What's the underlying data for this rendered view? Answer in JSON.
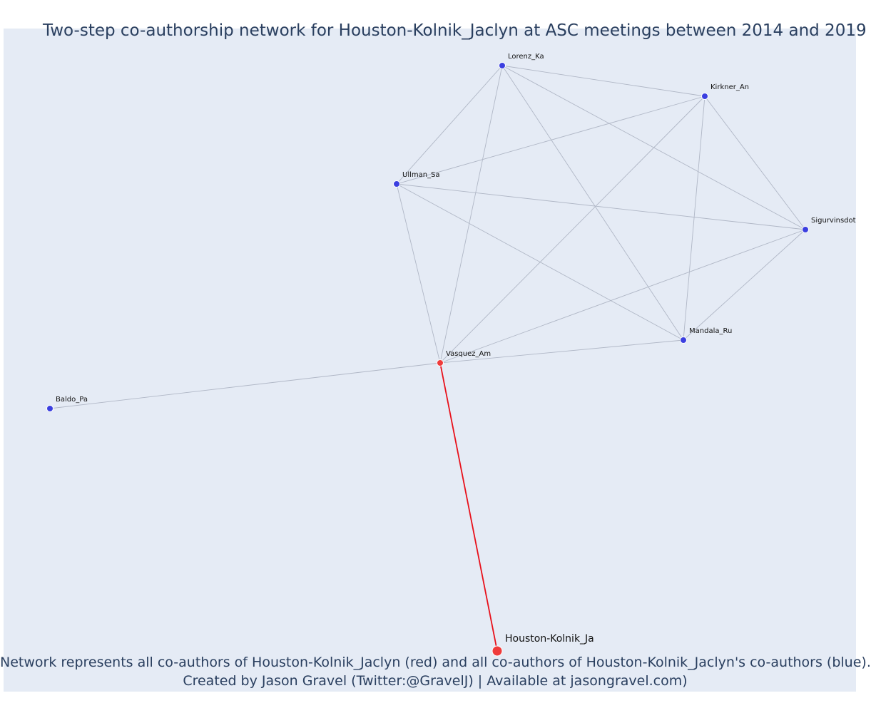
{
  "title": "Two-step co-authorship network for Houston-Kolnik_Jaclyn at ASC meetings between 2014 and 2019",
  "caption_line1": "Network represents all co-authors of Houston-Kolnik_Jaclyn (red) and all co-authors of Houston-Kolnik_Jaclyn's co-authors (blue).",
  "caption_line2": "Created by Jason Gravel (Twitter:@GravelJ) | Available at jasongravel.com)",
  "colors": {
    "background": "#e5ebf5",
    "edge": "#b0b7c6",
    "focal_edge": "#e8101a",
    "blue_node": "#3b3fe0",
    "red_node": "#ef3b3b",
    "text": "#2a3f5f"
  },
  "nodes": [
    {
      "id": "Lorenz_Ka",
      "label": "Lorenz_Ka",
      "group": "blue"
    },
    {
      "id": "Kirkner_An",
      "label": "Kirkner_An",
      "group": "blue"
    },
    {
      "id": "Ullman_Sa",
      "label": "Ullman_Sa",
      "group": "blue"
    },
    {
      "id": "Sigurvinsdot",
      "label": "Sigurvinsdot",
      "group": "blue"
    },
    {
      "id": "Mandala_Ru",
      "label": "Mandala_Ru",
      "group": "blue"
    },
    {
      "id": "Vasquez_Am",
      "label": "Vasquez_Am",
      "group": "red"
    },
    {
      "id": "Baldo_Pa",
      "label": "Baldo_Pa",
      "group": "blue"
    },
    {
      "id": "Houston-Kolnik_Ja",
      "label": "Houston-Kolnik_Ja",
      "group": "focal"
    }
  ],
  "edges": [
    [
      "Lorenz_Ka",
      "Kirkner_An"
    ],
    [
      "Lorenz_Ka",
      "Ullman_Sa"
    ],
    [
      "Lorenz_Ka",
      "Sigurvinsdot"
    ],
    [
      "Lorenz_Ka",
      "Mandala_Ru"
    ],
    [
      "Lorenz_Ka",
      "Vasquez_Am"
    ],
    [
      "Kirkner_An",
      "Ullman_Sa"
    ],
    [
      "Kirkner_An",
      "Sigurvinsdot"
    ],
    [
      "Kirkner_An",
      "Mandala_Ru"
    ],
    [
      "Kirkner_An",
      "Vasquez_Am"
    ],
    [
      "Ullman_Sa",
      "Sigurvinsdot"
    ],
    [
      "Ullman_Sa",
      "Mandala_Ru"
    ],
    [
      "Ullman_Sa",
      "Vasquez_Am"
    ],
    [
      "Sigurvinsdot",
      "Mandala_Ru"
    ],
    [
      "Sigurvinsdot",
      "Vasquez_Am"
    ],
    [
      "Mandala_Ru",
      "Vasquez_Am"
    ],
    [
      "Vasquez_Am",
      "Baldo_Pa"
    ]
  ],
  "focal_edges": [
    [
      "Vasquez_Am",
      "Houston-Kolnik_Ja"
    ]
  ]
}
